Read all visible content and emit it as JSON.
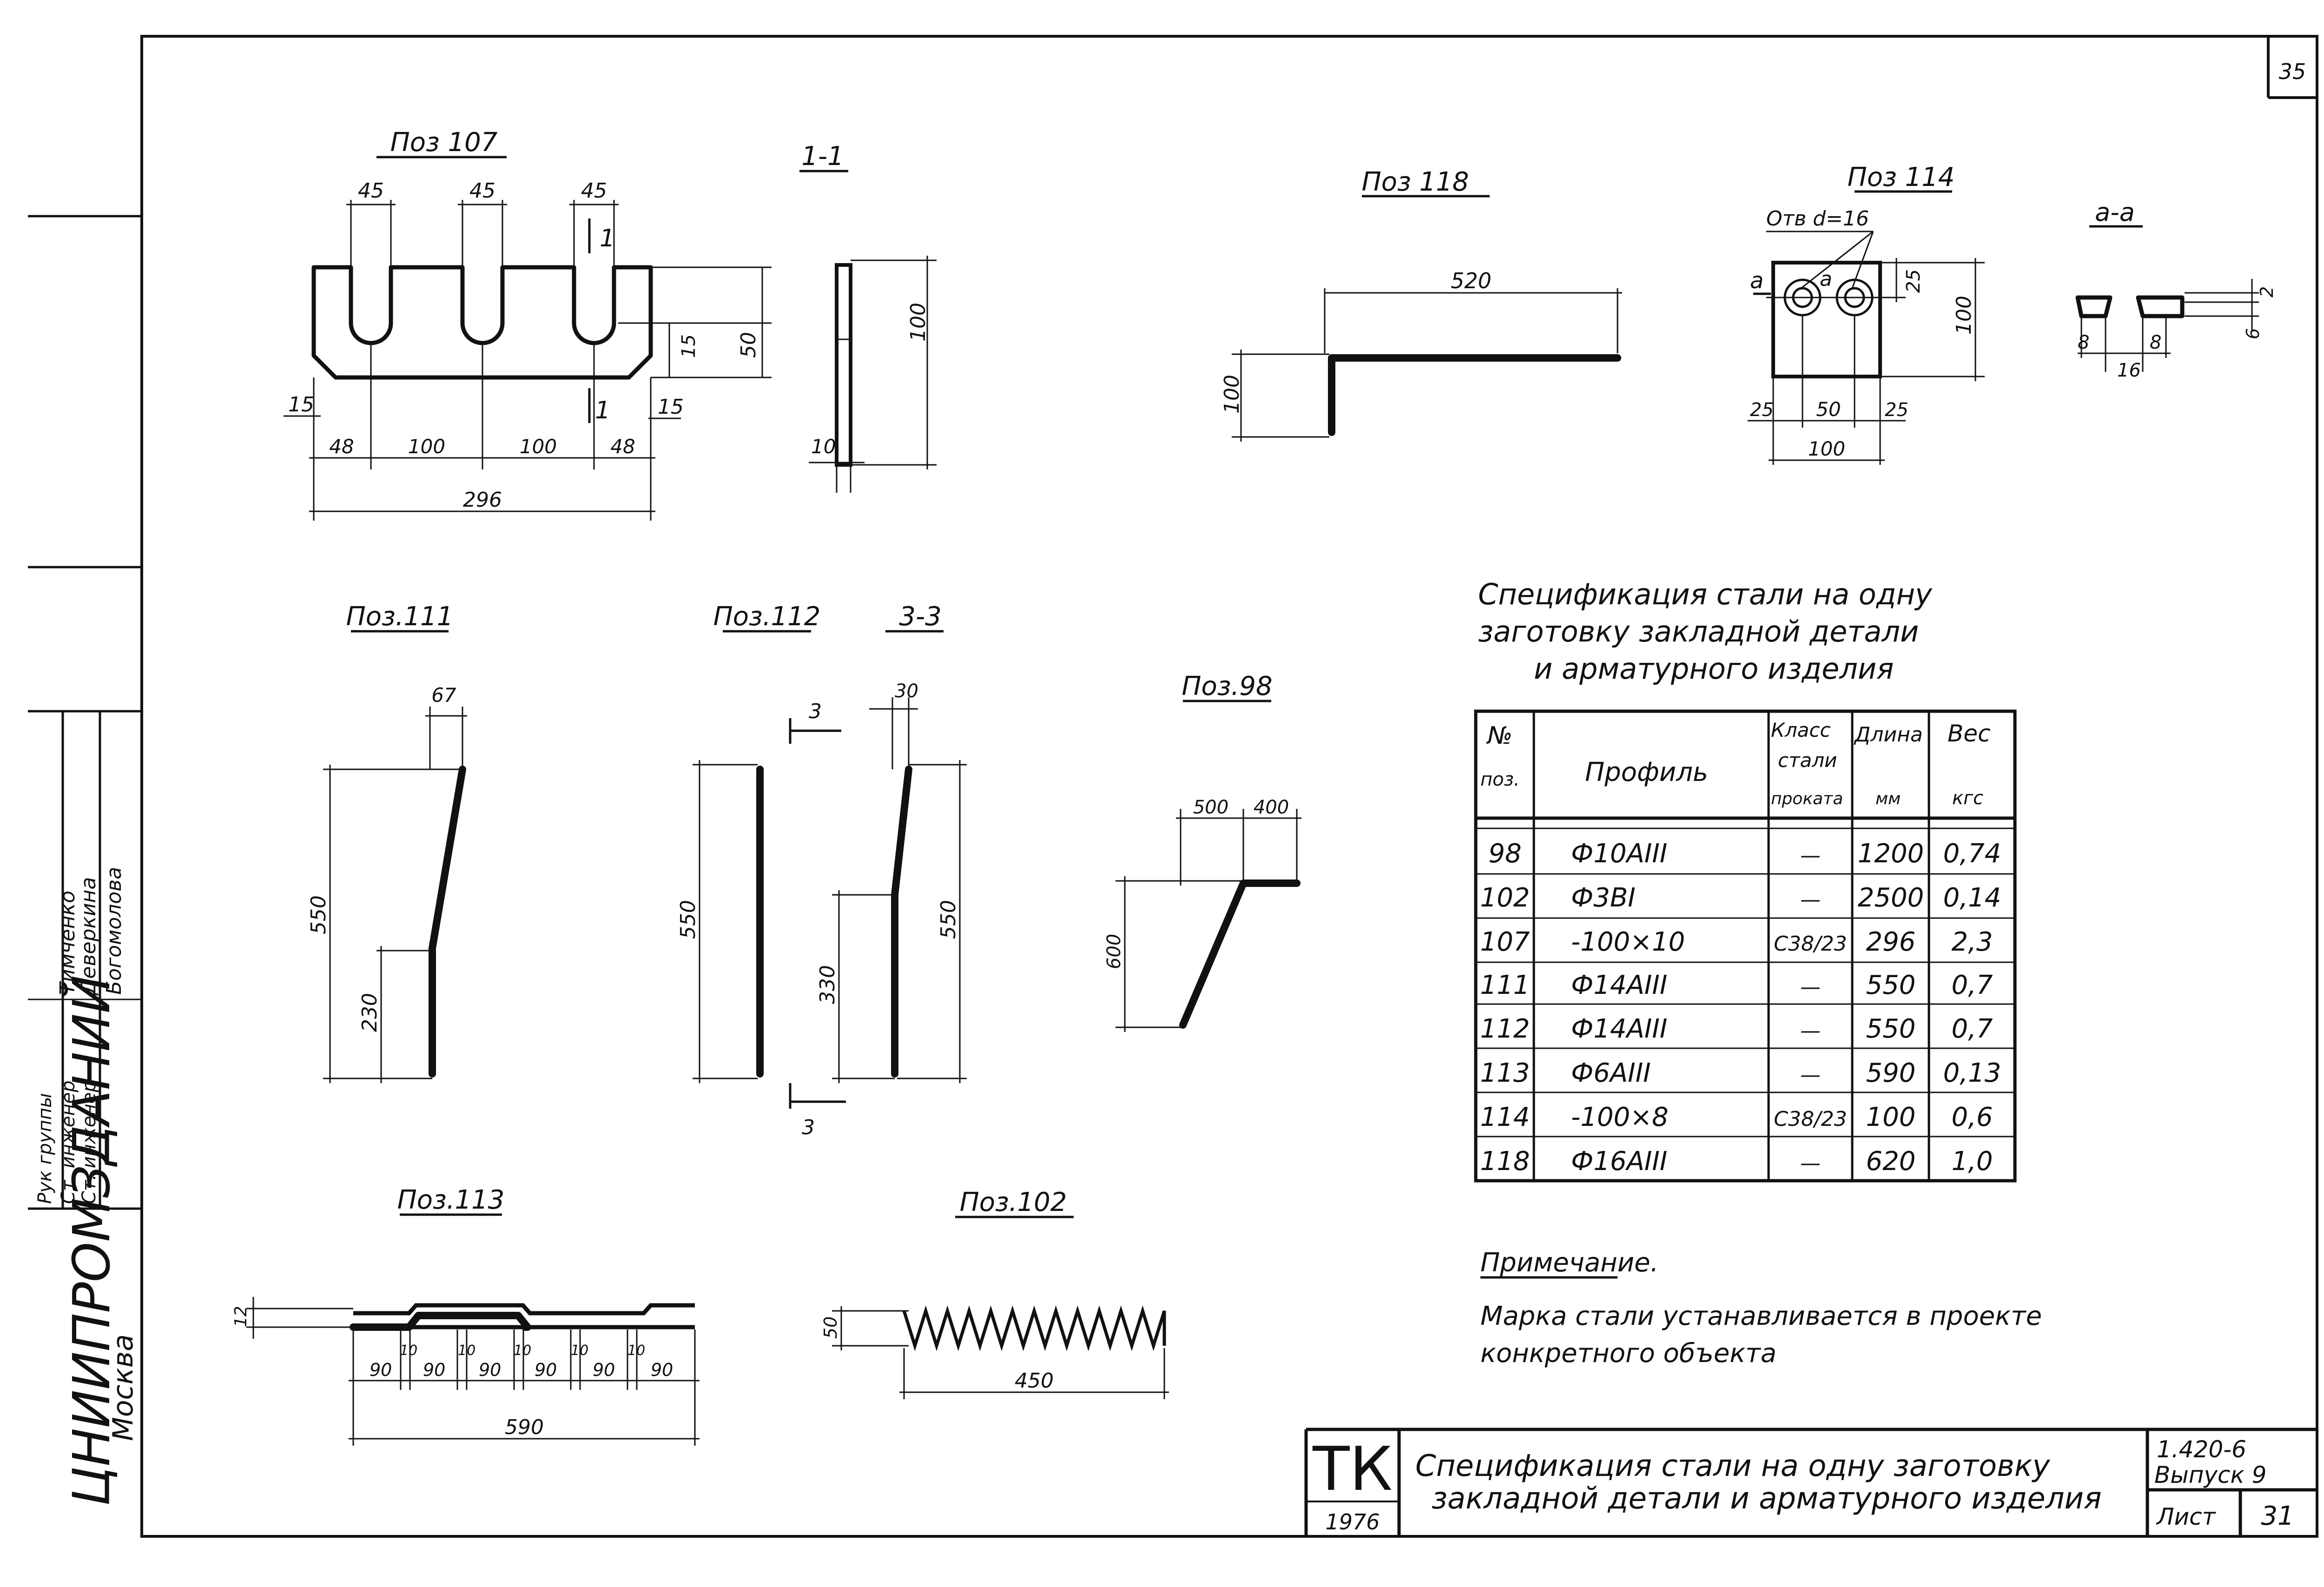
{
  "page_number": "35",
  "drawings": {
    "poz107": {
      "title": "Поз 107",
      "dims": [
        "45",
        "45",
        "45",
        "15",
        "50",
        "15",
        "15",
        "48",
        "100",
        "100",
        "48",
        "296"
      ],
      "section_marks": [
        "1",
        "1"
      ]
    },
    "sec11": {
      "title": "1-1",
      "dims": [
        "100",
        "10"
      ]
    },
    "poz118": {
      "title": "Поз 118",
      "dims": [
        "520",
        "100"
      ]
    },
    "poz114": {
      "title": "Поз 114",
      "hole_note": "Отв d=16",
      "dims": [
        "25",
        "100",
        "25",
        "50",
        "25",
        "100"
      ],
      "marks": [
        "a",
        "a"
      ]
    },
    "secaa": {
      "title": "a-a",
      "dims": [
        "2",
        "6",
        "8",
        "16",
        "8"
      ]
    },
    "poz111": {
      "title": "Поз.111",
      "dims": [
        "67",
        "550",
        "230"
      ]
    },
    "poz112": {
      "title": "Поз.112",
      "dims": [
        "550"
      ],
      "marks": [
        "3",
        "3"
      ]
    },
    "sec33": {
      "title": "3-3",
      "dims": [
        "30",
        "330",
        "550"
      ]
    },
    "poz98": {
      "title": "Поз.98",
      "dims": [
        "500",
        "400",
        "600"
      ]
    },
    "poz113": {
      "title": "Поз.113",
      "dims": [
        "12",
        "90",
        "10",
        "90",
        "10",
        "90",
        "10",
        "90",
        "10",
        "90",
        "10",
        "90",
        "590"
      ]
    },
    "poz102": {
      "title": "Поз.102",
      "dims": [
        "50",
        "450"
      ]
    }
  },
  "spec": {
    "title_lines": [
      "Спецификация стали на одну",
      "заготовку закладной детали",
      "и арматурного изделия"
    ],
    "headers": {
      "num_1": "№",
      "num_2": "поз.",
      "profile": "Профиль",
      "class_1": "Класс",
      "class_2": "стали",
      "class_3": "проката",
      "length_1": "Длина",
      "length_2": "мм",
      "weight_1": "Вес",
      "weight_2": "кгс"
    },
    "rows": [
      {
        "num": "98",
        "profile": "Ф10АIII",
        "cls": "—",
        "len": "1200",
        "wt": "0,74"
      },
      {
        "num": "102",
        "profile": "Ф3ВI",
        "cls": "—",
        "len": "2500",
        "wt": "0,14"
      },
      {
        "num": "107",
        "profile": "-100×10",
        "cls": "С38/23",
        "len": "296",
        "wt": "2,3"
      },
      {
        "num": "111",
        "profile": "Ф14АIII",
        "cls": "—",
        "len": "550",
        "wt": "0,7"
      },
      {
        "num": "112",
        "profile": "Ф14АIII",
        "cls": "—",
        "len": "550",
        "wt": "0,7"
      },
      {
        "num": "113",
        "profile": "Ф6АIII",
        "cls": "—",
        "len": "590",
        "wt": "0,13"
      },
      {
        "num": "114",
        "profile": "-100×8",
        "cls": "С38/23",
        "len": "100",
        "wt": "0,6"
      },
      {
        "num": "118",
        "profile": "Ф16АIII",
        "cls": "—",
        "len": "620",
        "wt": "1,0"
      }
    ]
  },
  "note": {
    "heading": "Примечание.",
    "lines": [
      "Марка стали устанавливается в проекте",
      "конкретного объекта"
    ]
  },
  "title_block": {
    "tk": "ТК",
    "year": "1976",
    "title_lines": [
      "Спецификация стали на одну заготовку",
      "закладной детали и арматурного изделия"
    ],
    "series": "1.420-6",
    "issue": "Выпуск 9",
    "sheet_label": "Лист",
    "sheet_number": "31"
  },
  "side_stamp": {
    "org": "ЦНИИПРОМЗДАНИЙ",
    "city": "Москва",
    "roles": [
      "Рук группы",
      "Ст. инженер",
      "Ст. инженер"
    ],
    "names": [
      "Тимченко",
      "Деверкина",
      "Богомолова"
    ]
  }
}
